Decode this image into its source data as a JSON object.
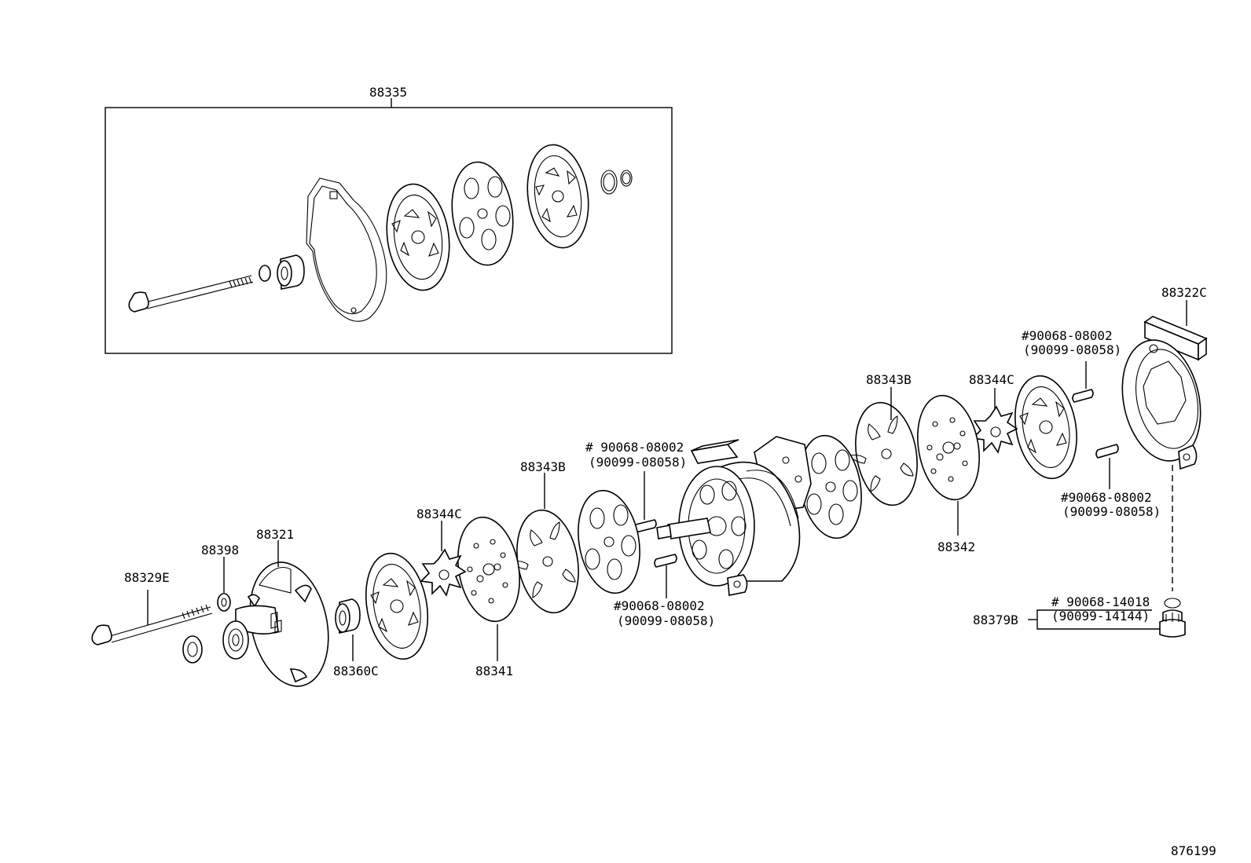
{
  "diagram": {
    "labels": {
      "kit_88335": "88335",
      "p88322c": "88322C",
      "p90068_08002_a": "#90068-08002",
      "p90099_08058_a": "(90099-08058)",
      "p88343b_r": "88343B",
      "p88344c_r": "88344C",
      "p90068_08002_b": "# 90068-08002",
      "p90099_08058_b": "(90099-08058)",
      "p88343b_l": "88343B",
      "p88344c_l": "88344C",
      "p88321": "88321",
      "p88398": "88398",
      "p88329e": "88329E",
      "p88360c": "88360C",
      "p88341": "88341",
      "p90068_08002_c": "#90068-08002",
      "p90099_08058_c": "(90099-08058)",
      "p88342": "88342",
      "p90068_08002_d": "#90068-08002",
      "p90099_08058_d": "(90099-08058)",
      "p90068_14018": "# 90068-14018",
      "p90099_14144": "(90099-14144)",
      "p88379b": "88379B",
      "ref_number": "876199"
    }
  }
}
